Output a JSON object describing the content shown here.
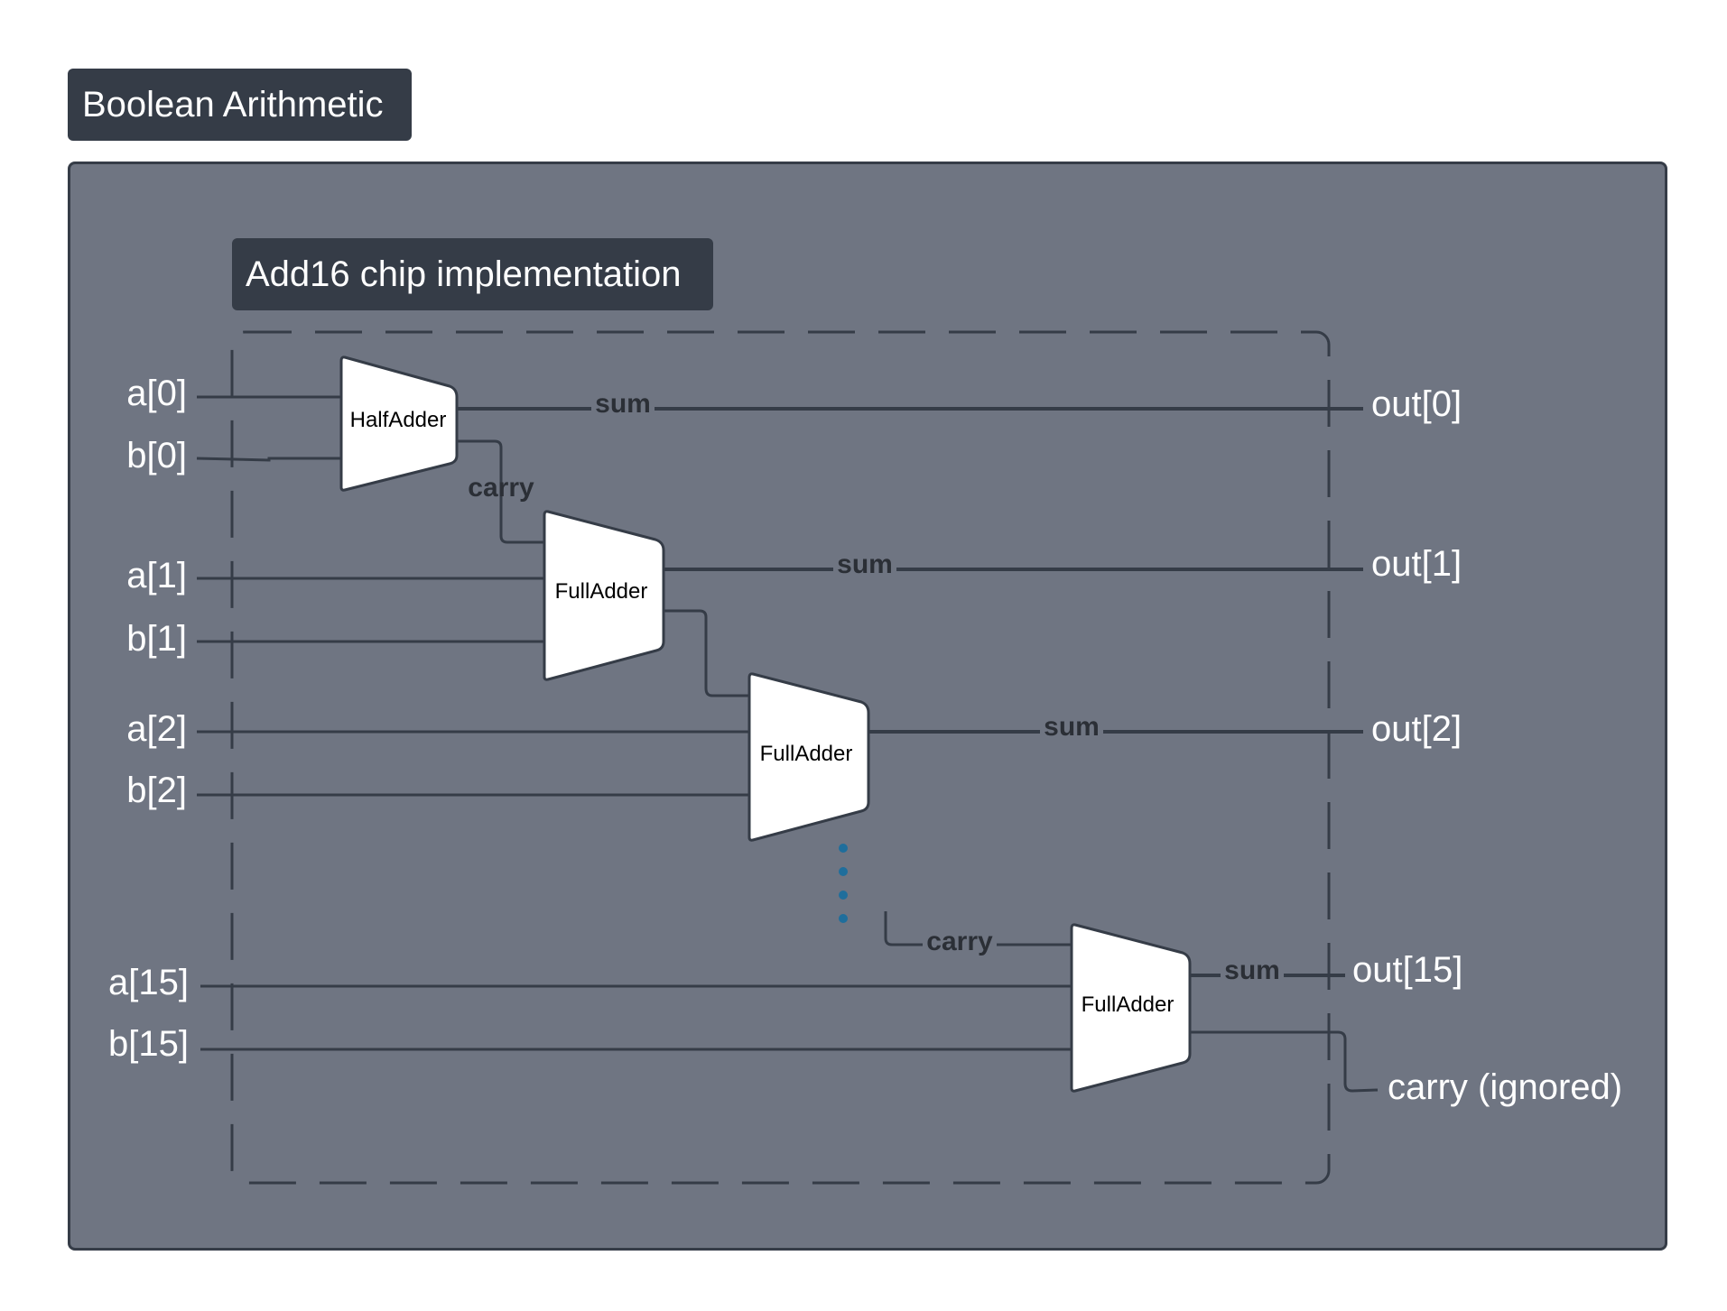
{
  "title": "Boolean Arithmetic",
  "subtitle": "Add16 chip implementation",
  "inputs": {
    "a0": "a[0]",
    "b0": "b[0]",
    "a1": "a[1]",
    "b1": "b[1]",
    "a2": "a[2]",
    "b2": "b[2]",
    "a15": "a[15]",
    "b15": "b[15]"
  },
  "outputs": {
    "out0": "out[0]",
    "out1": "out[1]",
    "out2": "out[2]",
    "out15": "out[15]",
    "carry_out": "carry (ignored)"
  },
  "chips": {
    "half_adder": "HalfAdder",
    "full_adder_1": "FullAdder",
    "full_adder_2": "FullAdder",
    "full_adder_15": "FullAdder"
  },
  "wire_labels": {
    "sum0": "sum",
    "sum1": "sum",
    "sum2": "sum",
    "sum15": "sum",
    "carry0": "carry",
    "carry14": "carry"
  },
  "colors": {
    "panel": "#6f7582",
    "badge": "#353c47",
    "wire": "#353c47",
    "chip_fill": "#ffffff",
    "ellipsis_dots": "#1f6e9c"
  }
}
